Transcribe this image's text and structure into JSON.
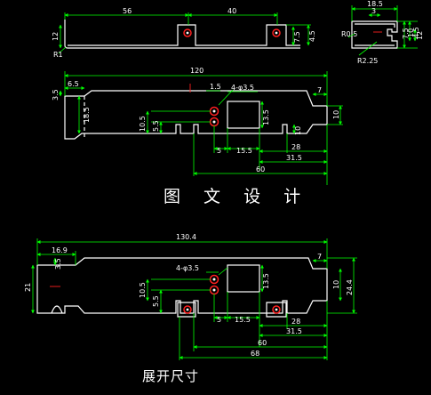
{
  "titles": {
    "design_view": "图 文 设 计",
    "unfolded_size": "展开尺寸"
  },
  "colors": {
    "background": "#000000",
    "outline": "#ffffff",
    "dimension": "#00ff00",
    "text": "#ffffff",
    "hole": "#ff2020",
    "center_mark": "#ff2020"
  },
  "top_view": {
    "dims": {
      "length_56": "56",
      "length_40": "40",
      "height_12": "12",
      "radius_r1": "R1",
      "height_7_5": "7.5",
      "height_4_5": "4.5"
    }
  },
  "side_view": {
    "dims": {
      "width_18_5": "18.5",
      "gap_3": "3",
      "radius_r0_5": "R0.5",
      "radius_r2_25": "R2.25",
      "h_4_5": "4.5",
      "h_7_5": "7.5",
      "h_10": "10",
      "h_12": "12"
    }
  },
  "front_view": {
    "dims": {
      "total_120": "120",
      "offset_6_5": "6.5",
      "height_3_5": "3.5",
      "height_18_5": "18.5",
      "hole_spacing_1_5": "1.5",
      "holes_4x3_5": "4-φ3.5",
      "height_10_5": "10.5",
      "height_5_5": "5.5",
      "window_13_5": "13.5",
      "tab_7": "7",
      "end_10": "10",
      "pos_5": "5",
      "pos_15_5": "15.5",
      "pos_28": "28",
      "pos_31_5": "31.5",
      "pos_60": "60",
      "slot_10": "10"
    }
  },
  "unfolded_view": {
    "dims": {
      "total_130_4": "130.4",
      "offset_16_9": "16.9",
      "height_21": "21",
      "height_3_5": "3.5",
      "holes_4x3_5": "4-φ3.5",
      "height_10_5": "10.5",
      "height_5_5": "5.5",
      "window_13_5": "13.5",
      "tab_7": "7",
      "end_10": "10",
      "end_24_4": "24.4",
      "pos_5": "5",
      "pos_15_5": "15.5",
      "pos_28": "28",
      "pos_31_5": "31.5",
      "pos_60": "60",
      "pos_68": "68"
    }
  }
}
